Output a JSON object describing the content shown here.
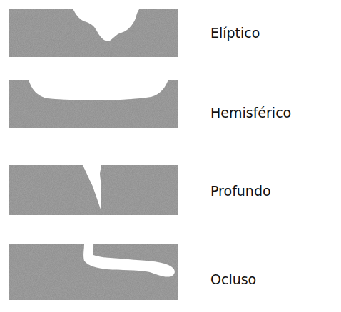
{
  "diagram": {
    "labels": [
      "Elíptico",
      "Hemisférico",
      "Profundo",
      "Ocluso"
    ]
  }
}
